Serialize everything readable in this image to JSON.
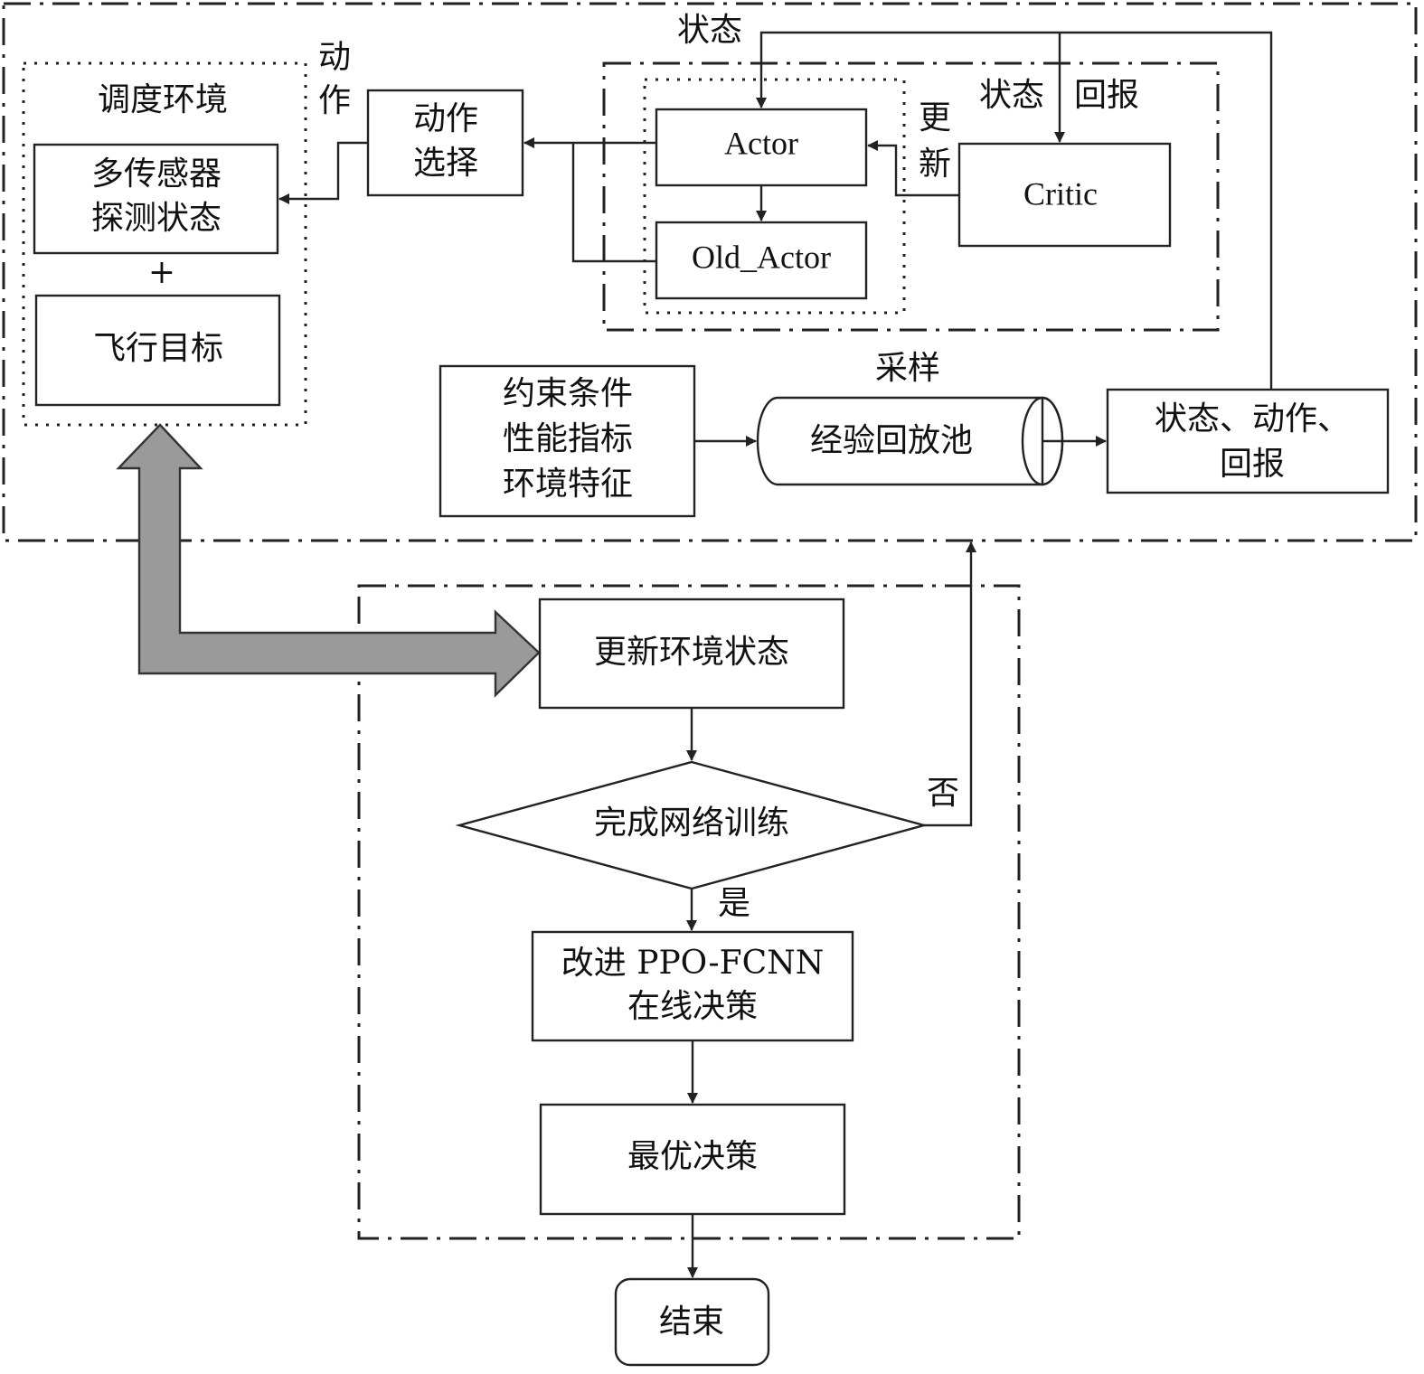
{
  "labels": {
    "env_title": "调度环境",
    "sensor_line1": "多传感器",
    "sensor_line2": "探测状态",
    "plus": "+",
    "flight_target": "飞行目标",
    "action_v1": "动",
    "action_v2": "作",
    "action_select_line1": "动作",
    "action_select_line2": "选择",
    "state_top": "状态",
    "actor": "Actor",
    "old_actor": "Old_Actor",
    "update_v1": "更",
    "update_v2": "新",
    "critic_state": "状态",
    "critic_reward": "回报",
    "critic": "Critic",
    "constraint_line1": "约束条件",
    "constraint_line2": "性能指标",
    "constraint_line3": "环境特征",
    "sampling": "采样",
    "replay_pool": "经验回放池",
    "sar_line1": "状态、动作、",
    "sar_line2": "回报",
    "update_env_state": "更新环境状态",
    "training_done": "完成网络训练",
    "no": "否",
    "yes": "是",
    "decision_line1": "改进 PPO-FCNN",
    "decision_line2": "在线决策",
    "optimal_decision": "最优决策",
    "end": "结束"
  }
}
